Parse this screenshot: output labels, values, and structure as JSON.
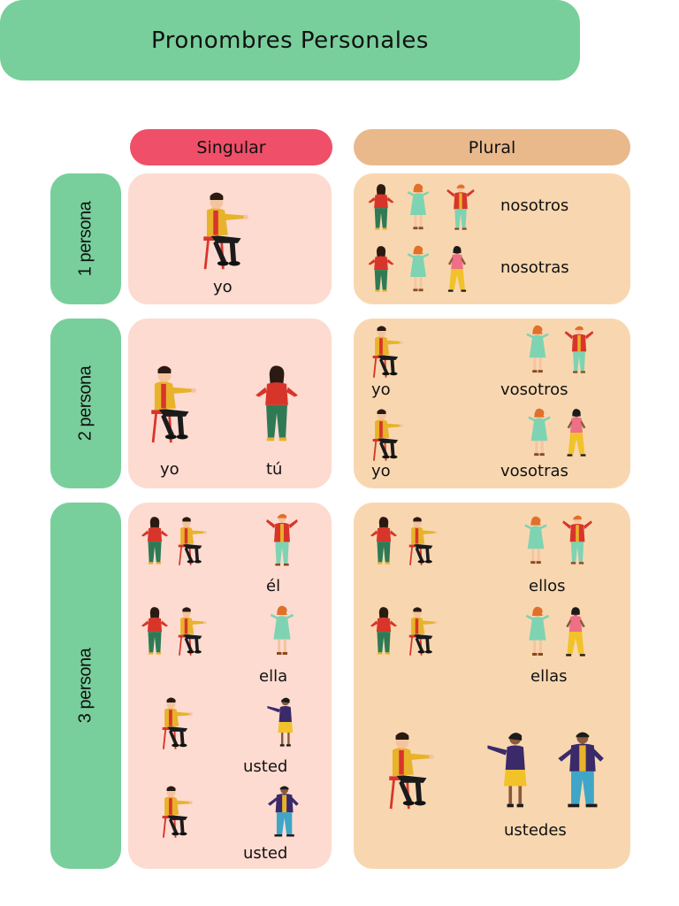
{
  "title": "Pronombres Personales",
  "headers": {
    "singular": "Singular",
    "plural": "Plural"
  },
  "rows": {
    "first": "1 persona",
    "second": "2 persona",
    "third": "3 persona"
  },
  "first": {
    "singular": "yo",
    "plural_masc": "nosotros",
    "plural_fem": "nosotras"
  },
  "second": {
    "singular_a": "yo",
    "singular_b": "tú",
    "plural_a_left": "yo",
    "plural_a_right": "vosotros",
    "plural_b_left": "yo",
    "plural_b_right": "vosotras"
  },
  "third": {
    "s1": "él",
    "s2": "ella",
    "s3": "usted",
    "s4": "usted",
    "p1": "ellos",
    "p2": "ellas",
    "p3": "ustedes"
  },
  "colors": {
    "green": "#79cf9c",
    "red": "#ef4f68",
    "tan": "#e9b98c",
    "pink_cell": "#fddbd0",
    "peach_cell": "#f8d7b0"
  }
}
